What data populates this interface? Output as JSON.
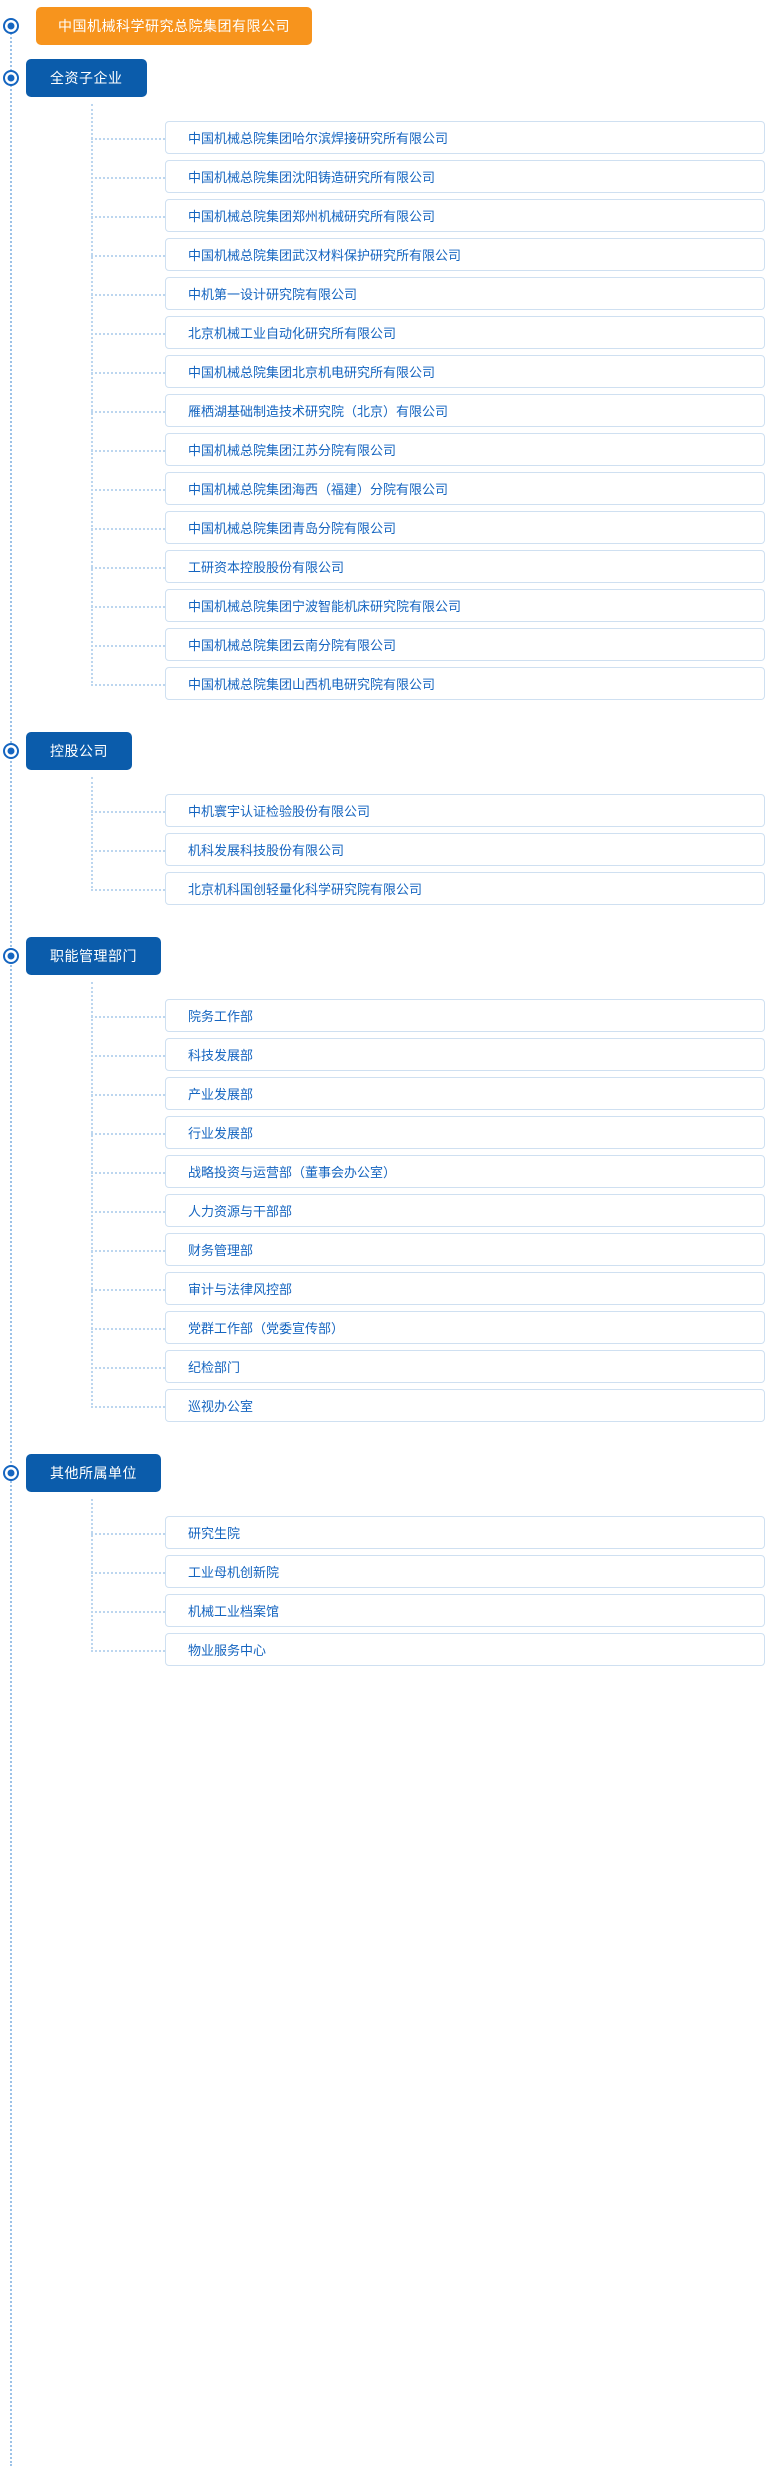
{
  "root": {
    "label": "中国机械科学研究总院集团有限公司",
    "color": "#f7941d"
  },
  "theme": {
    "section_color": "#0b5cab",
    "card_text_color": "#1565c0",
    "card_border_color": "#cfe0f1",
    "line_color": "#bcd6ef"
  },
  "sections": [
    {
      "title": "全资子企业",
      "items": [
        {
          "label": "中国机械总院集团哈尔滨焊接研究所有限公司"
        },
        {
          "label": "中国机械总院集团沈阳铸造研究所有限公司"
        },
        {
          "label": "中国机械总院集团郑州机械研究所有限公司"
        },
        {
          "label": "中国机械总院集团武汉材料保护研究所有限公司"
        },
        {
          "label": "中机第一设计研究院有限公司"
        },
        {
          "label": "北京机械工业自动化研究所有限公司"
        },
        {
          "label": "中国机械总院集团北京机电研究所有限公司"
        },
        {
          "label": "雁栖湖基础制造技术研究院（北京）有限公司"
        },
        {
          "label": "中国机械总院集团江苏分院有限公司"
        },
        {
          "label": "中国机械总院集团海西（福建）分院有限公司"
        },
        {
          "label": "中国机械总院集团青岛分院有限公司"
        },
        {
          "label": "工研资本控股股份有限公司"
        },
        {
          "label": "中国机械总院集团宁波智能机床研究院有限公司"
        },
        {
          "label": "中国机械总院集团云南分院有限公司"
        },
        {
          "label": "中国机械总院集团山西机电研究院有限公司"
        }
      ]
    },
    {
      "title": "控股公司",
      "items": [
        {
          "label": "中机寰宇认证检验股份有限公司"
        },
        {
          "label": "机科发展科技股份有限公司"
        },
        {
          "label": "北京机科国创轻量化科学研究院有限公司"
        }
      ]
    },
    {
      "title": "职能管理部门",
      "items": [
        {
          "label": "院务工作部"
        },
        {
          "label": "科技发展部"
        },
        {
          "label": "产业发展部"
        },
        {
          "label": "行业发展部"
        },
        {
          "label": "战略投资与运营部（董事会办公室）"
        },
        {
          "label": "人力资源与干部部"
        },
        {
          "label": "财务管理部"
        },
        {
          "label": "审计与法律风控部"
        },
        {
          "label": "党群工作部（党委宣传部）"
        },
        {
          "label": "纪检部门"
        },
        {
          "label": "巡视办公室"
        }
      ]
    },
    {
      "title": "其他所属单位",
      "items": [
        {
          "label": "研究生院"
        },
        {
          "label": "工业母机创新院"
        },
        {
          "label": "机械工业档案馆"
        },
        {
          "label": "物业服务中心"
        }
      ]
    }
  ]
}
